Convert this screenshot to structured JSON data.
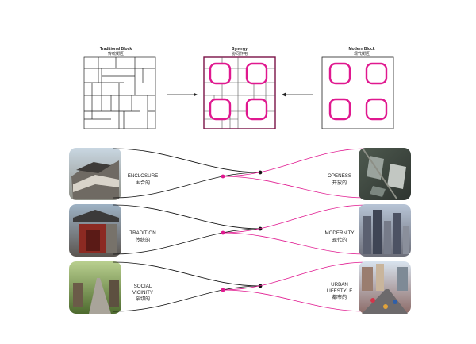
{
  "colors": {
    "ink": "#111111",
    "magenta": "#e0188f",
    "frame": "#7a1246"
  },
  "blocks": {
    "traditional": {
      "title": "Traditional Block",
      "subtitle": "传统街区"
    },
    "synergy": {
      "title": "Synergy",
      "subtitle": "协同作用"
    },
    "modern": {
      "title": "Modern Block",
      "subtitle": "现代街区"
    }
  },
  "rows": [
    {
      "left": {
        "line1": "ENCLOSURE",
        "line2": "",
        "chinese": "围合的",
        "photo": "traditional-courtyard-roofs"
      },
      "right": {
        "line1": "OPENESS",
        "line2": "",
        "chinese": "开放的",
        "photo": "aerial-city-towers"
      }
    },
    {
      "left": {
        "line1": "TRADITION",
        "line2": "",
        "chinese": "传统的",
        "photo": "red-gate-hutong"
      },
      "right": {
        "line1": "MODERNITY",
        "line2": "",
        "chinese": "现代的",
        "photo": "city-skyline"
      }
    },
    {
      "left": {
        "line1": "SOCIAL",
        "line2": "VICINITY",
        "chinese": "亲切的",
        "photo": "tree-lined-alley"
      },
      "right": {
        "line1": "URBAN",
        "line2": "LIFESTYLE",
        "chinese": "都市的",
        "photo": "busy-modern-street"
      }
    }
  ]
}
